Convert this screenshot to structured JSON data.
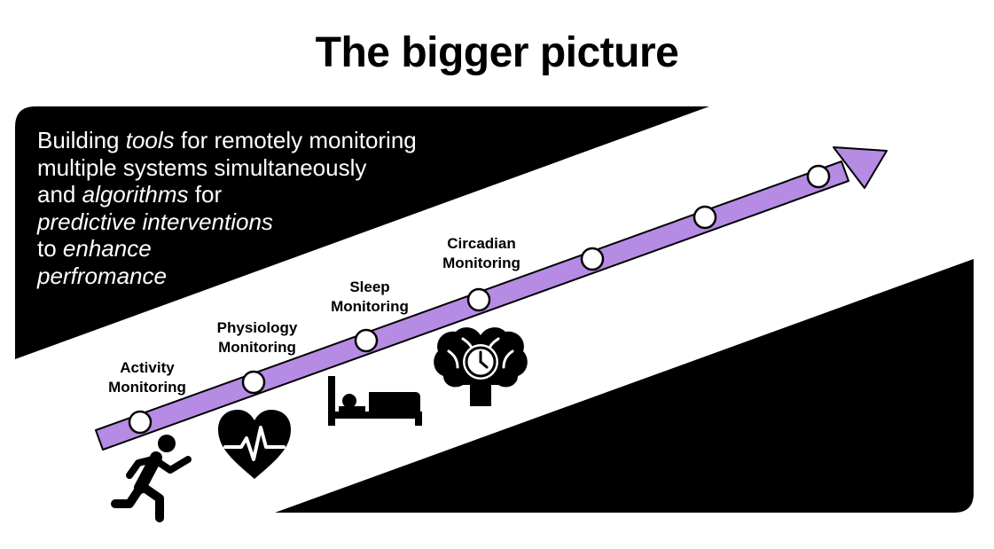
{
  "title": "The bigger picture",
  "description": {
    "line1": {
      "t1": "Building ",
      "em1": "tools",
      "t2": " for remotely monitoring"
    },
    "line2": "multiple systems simultaneously",
    "line3": {
      "t1": "and ",
      "em1": "algorithms",
      "t2": " for"
    },
    "line4": {
      "em1": "predictive interventions"
    },
    "line5": {
      "t1": "to ",
      "em1": "enhance"
    },
    "line6": {
      "em1": "perfromance"
    }
  },
  "stages": [
    {
      "line1": "Activity",
      "line2": "Monitoring",
      "icon": "running-person-icon"
    },
    {
      "line1": "Physiology",
      "line2": "Monitoring",
      "icon": "heart-rate-icon"
    },
    {
      "line1": "Sleep",
      "line2": "Monitoring",
      "icon": "bed-icon"
    },
    {
      "line1": "Circadian",
      "line2": "Monitoring",
      "icon": "brain-clock-icon"
    }
  ],
  "colors": {
    "arrow": "#b58be3",
    "background_bands": "#000000",
    "text_on_dark": "#ffffff"
  },
  "timeline": {
    "milestone_count": 7
  }
}
